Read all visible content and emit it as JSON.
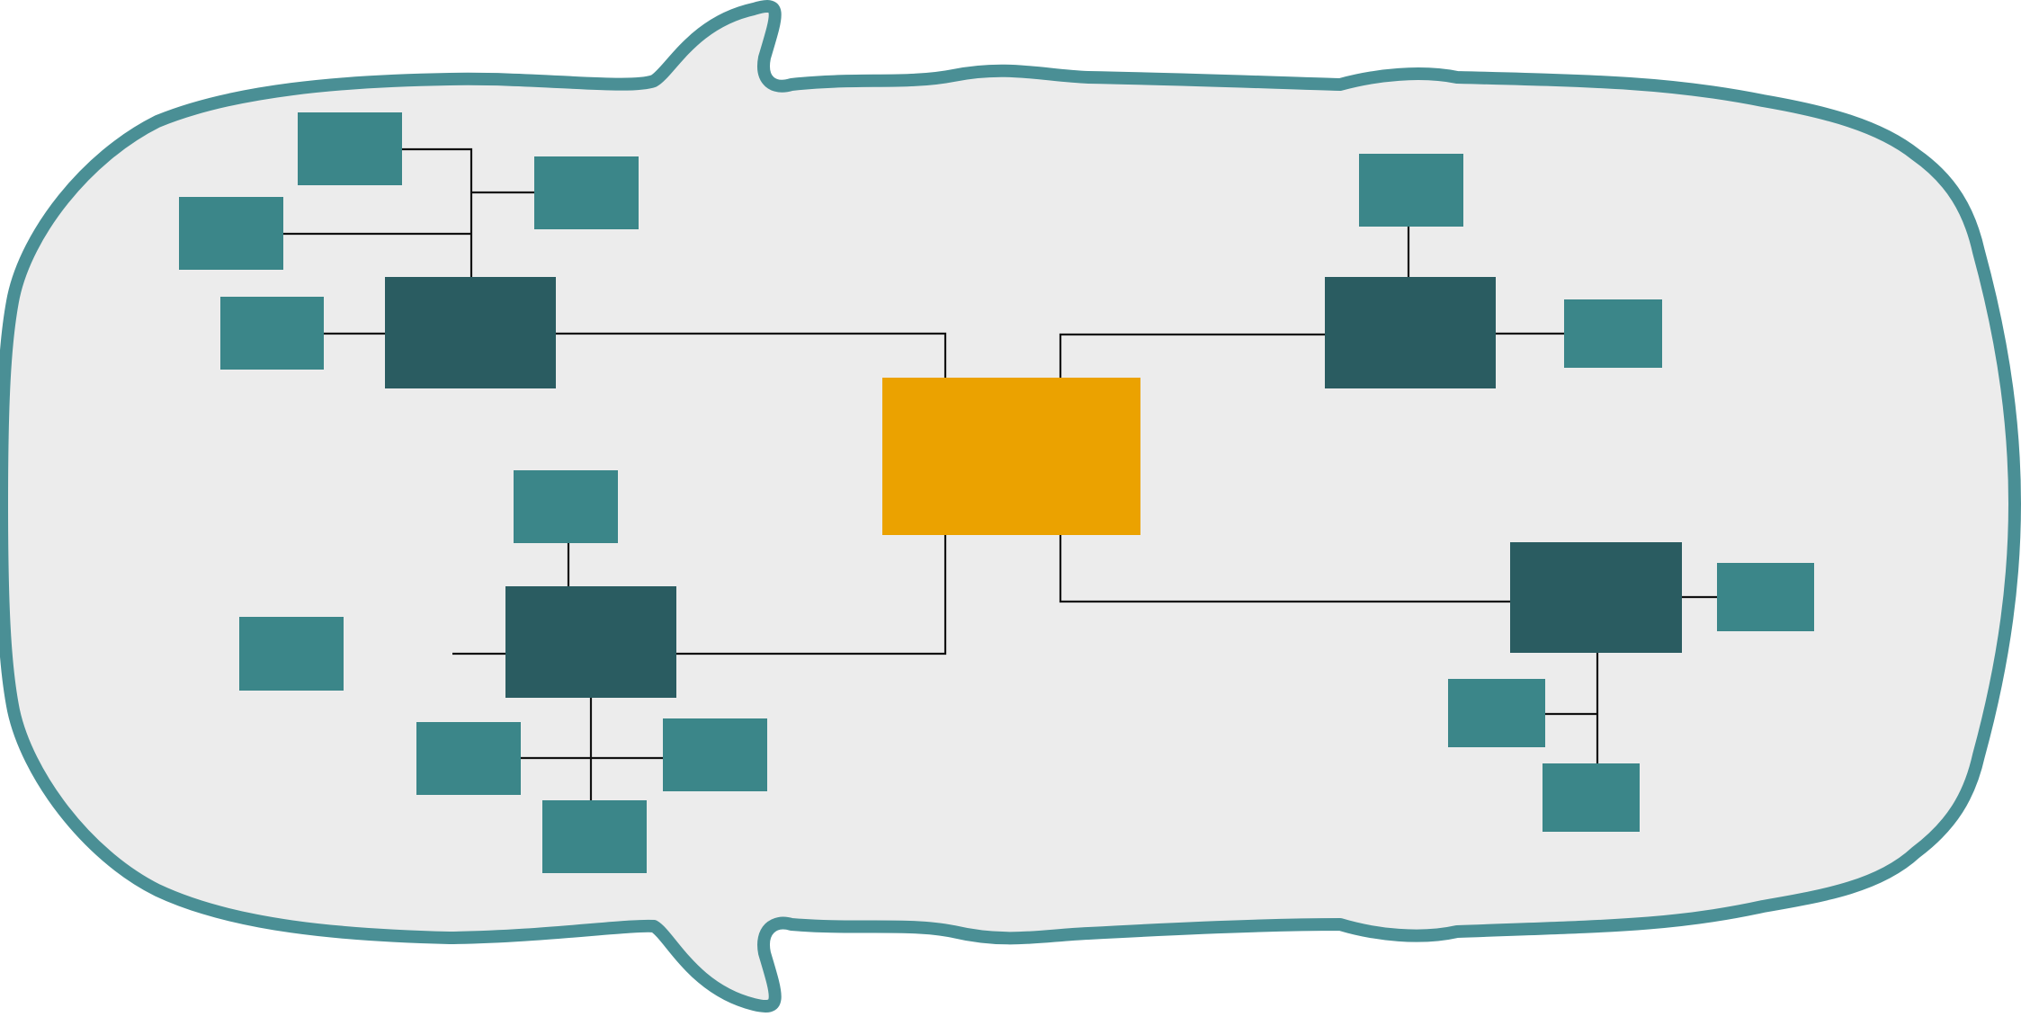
{
  "diagram": {
    "title": "",
    "colors": {
      "body_fill": "#ececec",
      "body_outline": "#4a8f95",
      "central_unit": "#eba200",
      "domain_controller": "#2a5c61",
      "ecu_node": "#3b8689",
      "wire": "#111111"
    },
    "central_unit": {
      "label": ""
    },
    "domain_controllers": [
      {
        "id": "front-left",
        "label": ""
      },
      {
        "id": "front-right",
        "label": ""
      },
      {
        "id": "rear-left",
        "label": ""
      },
      {
        "id": "rear-right",
        "label": ""
      }
    ]
  }
}
